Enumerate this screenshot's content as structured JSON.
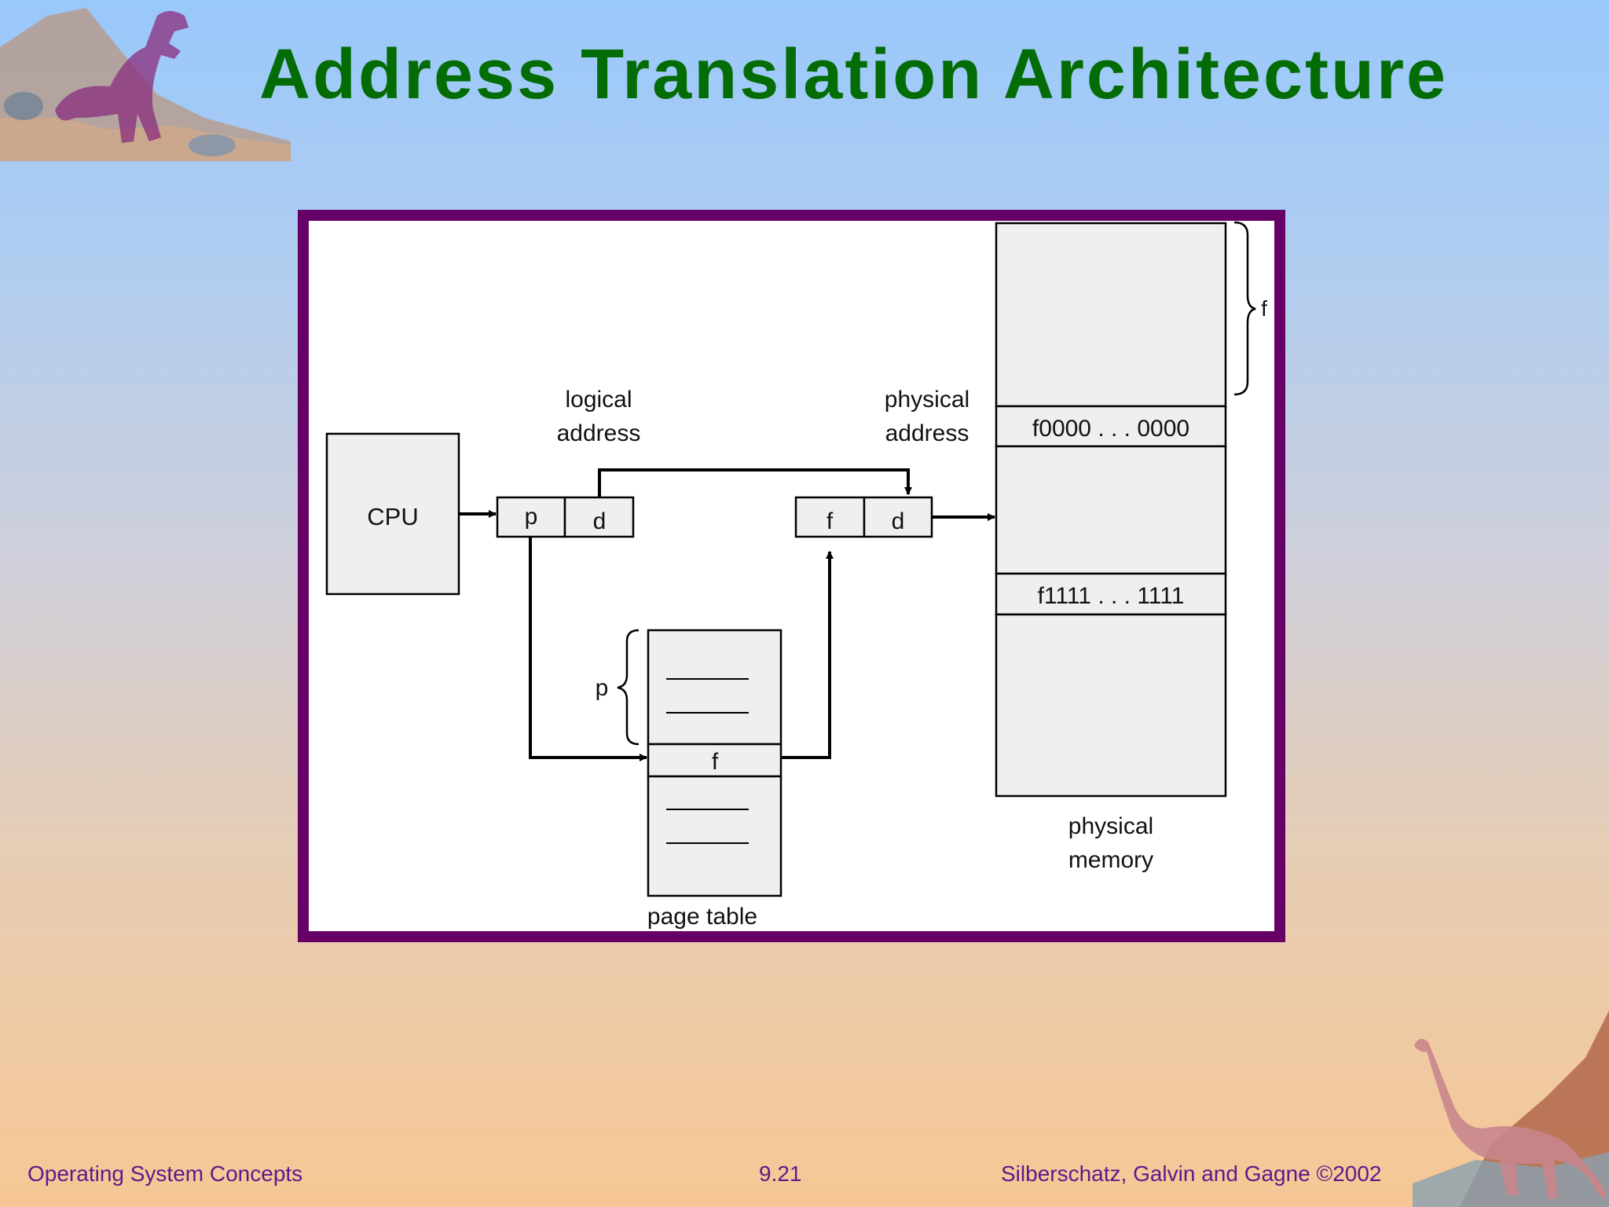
{
  "slide": {
    "title": "Address Translation Architecture"
  },
  "diagram": {
    "cpu_label": "CPU",
    "logical_address_line1": "logical",
    "logical_address_line2": "address",
    "physical_address_line1": "physical",
    "physical_address_line2": "address",
    "logical_p": "p",
    "logical_d": "d",
    "physical_f": "f",
    "physical_d": "d",
    "page_table_label": "page table",
    "page_table_entry": "f",
    "page_table_brace_label": "p",
    "memory_top_brace_label": "f",
    "memory_start": "f0000 . . . 0000",
    "memory_end": "f1111 . . . 1111",
    "physical_memory_line1": "physical",
    "physical_memory_line2": "memory"
  },
  "footer": {
    "left": "Operating System Concepts",
    "center": "9.21",
    "right": "Silberschatz, Galvin and  Gagne ©2002"
  },
  "colors": {
    "title": "#046c04",
    "frame": "#660066",
    "footer_text": "#5b1a8c",
    "box_fill": "#efefef"
  }
}
